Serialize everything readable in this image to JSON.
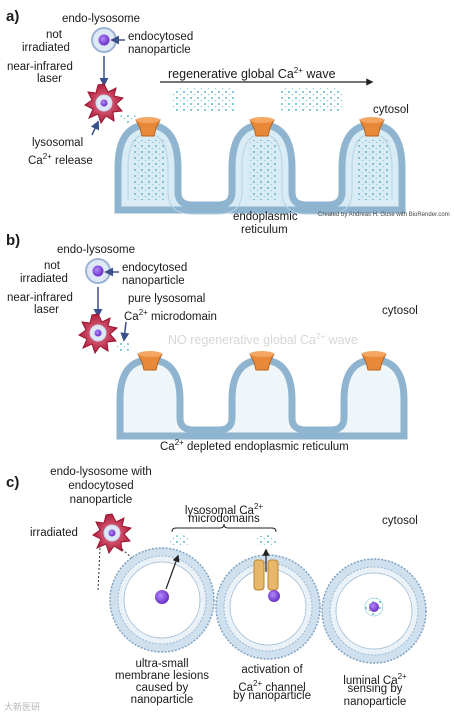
{
  "panels": {
    "a": {
      "label": "a)",
      "endo": "endo-lysosome",
      "not": "not",
      "irradiated": "irradiated",
      "endocytosed": "endocytosed",
      "nanoparticle": "nanoparticle",
      "nir1": "near-infrared",
      "nir2": "laser",
      "wave_pre": "regenerative global Ca",
      "wave_sup": "2+",
      "wave_post": " wave",
      "cytosol": "cytosol",
      "rel1": "lysosomal",
      "rel2_pre": "Ca",
      "rel2_sup": "2+",
      "rel2_post": " release",
      "er1": "endoplasmic",
      "er2": "reticulum",
      "credit": "Created by Andreas H. Guse with BioRender.com"
    },
    "b": {
      "label": "b)",
      "endo": "endo-lysosome",
      "not": "not",
      "irradiated": "irradiated",
      "endocytosed": "endocytosed",
      "nanoparticle": "nanoparticle",
      "nir1": "near-infrared",
      "nir2": "laser",
      "pure1": "pure lysosomal",
      "pure2_pre": "Ca",
      "pure2_sup": "2+",
      "pure2_post": " microdomain",
      "cytosol": "cytosol",
      "nowave_pre": "NO regenerative global Ca",
      "nowave_sup": "2+",
      "nowave_post": " wave",
      "dep_pre": "Ca",
      "dep_sup": "2+",
      "dep_post": " depleted  endoplasmic reticulum"
    },
    "c": {
      "label": "c)",
      "endo1": "endo-lysosome with",
      "endo2": "endocytosed",
      "endo3": "nanoparticle",
      "irradiated": "irradiated",
      "micro1_pre": "lysosomal Ca",
      "micro1_sup": "2+",
      "micro2": "microdomains",
      "cytosol": "cytosol",
      "cap1": [
        "ultra-small",
        "membrane lesions",
        "caused by",
        "nanoparticle"
      ],
      "cap2": [
        "activation of",
        "Ca",
        "2+",
        " channel",
        "by nanoparticle"
      ],
      "cap3": [
        "luminal Ca",
        "2+",
        "sensing by",
        "nanoparticle"
      ]
    }
  },
  "watermark": "大新医研",
  "colors": {
    "er_fill": "#d9ecf5",
    "er_stroke": "#8fb4cf",
    "channel": "#e8893a",
    "nanoparticle": "#8a4fd8",
    "laser_particle": "#c8324a",
    "calcium_dots": "#5fb8c9",
    "arrow": "#3a4f8c"
  }
}
